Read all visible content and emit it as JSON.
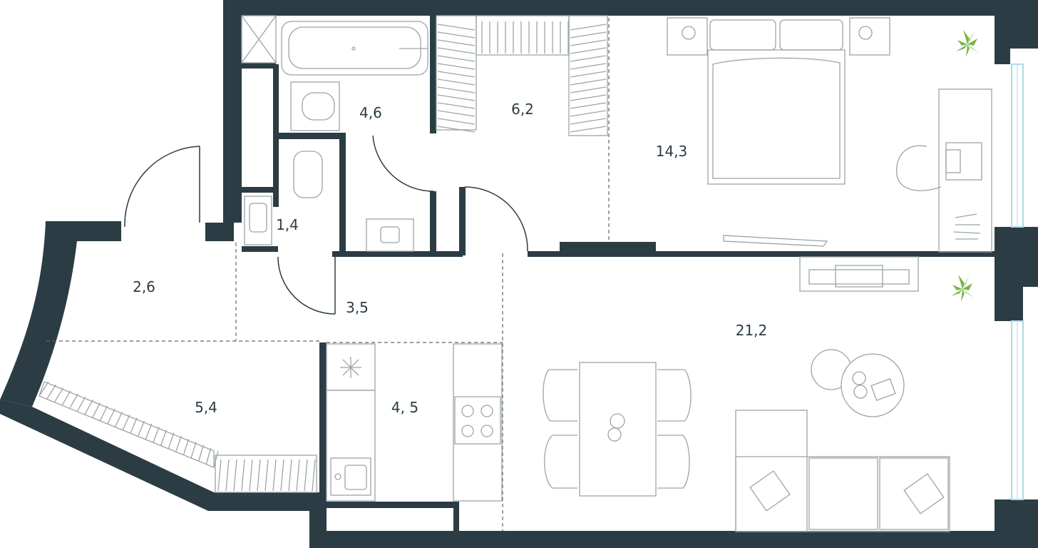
{
  "rooms": [
    {
      "id": "bathroom",
      "area": "4,6"
    },
    {
      "id": "wardrobe",
      "area": "6,2"
    },
    {
      "id": "bedroom",
      "area": "14,3"
    },
    {
      "id": "toilet",
      "area": "1,4"
    },
    {
      "id": "entrance",
      "area": "2,6"
    },
    {
      "id": "hall",
      "area": "3,5"
    },
    {
      "id": "living",
      "area": "21,2"
    },
    {
      "id": "balcony",
      "area": "5,4"
    },
    {
      "id": "kitchen",
      "area": "4, 5"
    }
  ],
  "colors": {
    "wall": "#2b3c44",
    "furniture": "#9ba4a8",
    "plant": "#7ab648",
    "window": "#a9dcea"
  },
  "icons": [
    "plant-icon",
    "stove-icon",
    "sink-icon",
    "toilet-icon",
    "bathtub-icon",
    "bed-icon",
    "sofa-icon",
    "table-icon",
    "chair-icon"
  ]
}
